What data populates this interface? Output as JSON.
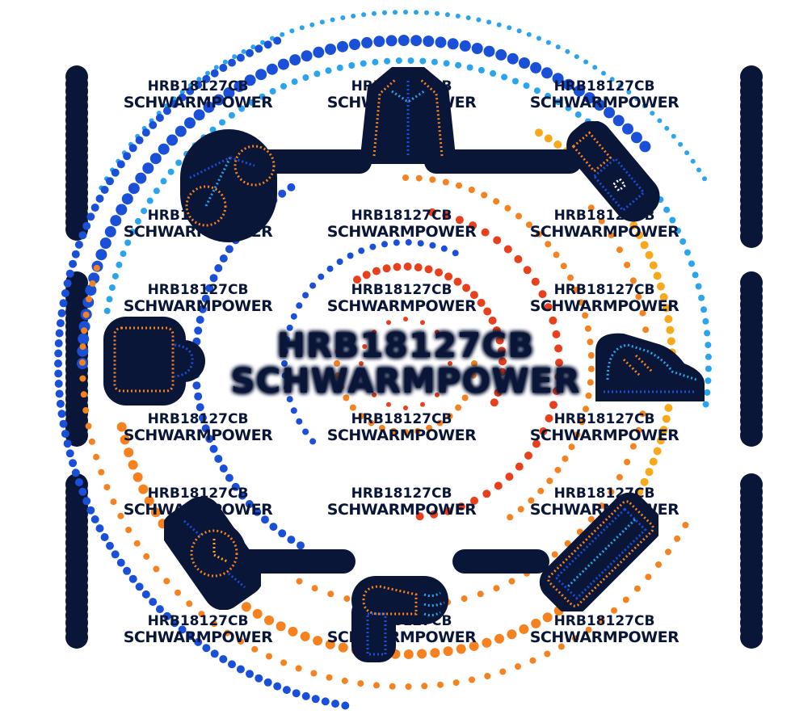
{
  "brand": {
    "code": "HRB18127CB",
    "name": "SCHWARMPOWER"
  },
  "center": {
    "code": "HRB18127CB",
    "name": "SCHWARMPOWER"
  },
  "colors": {
    "navy": "#0a1638",
    "blue": "#1a4fd8",
    "light_blue": "#2aa4ee",
    "orange": "#f5821f",
    "red": "#e8401c",
    "yellow": "#f7a81b"
  },
  "icons": [
    "bicycle-icon",
    "jacket-icon",
    "lipstick-icon",
    "mug-icon",
    "sneaker-icon",
    "watch-icon",
    "hair-dryer-icon",
    "keyboard-icon"
  ]
}
